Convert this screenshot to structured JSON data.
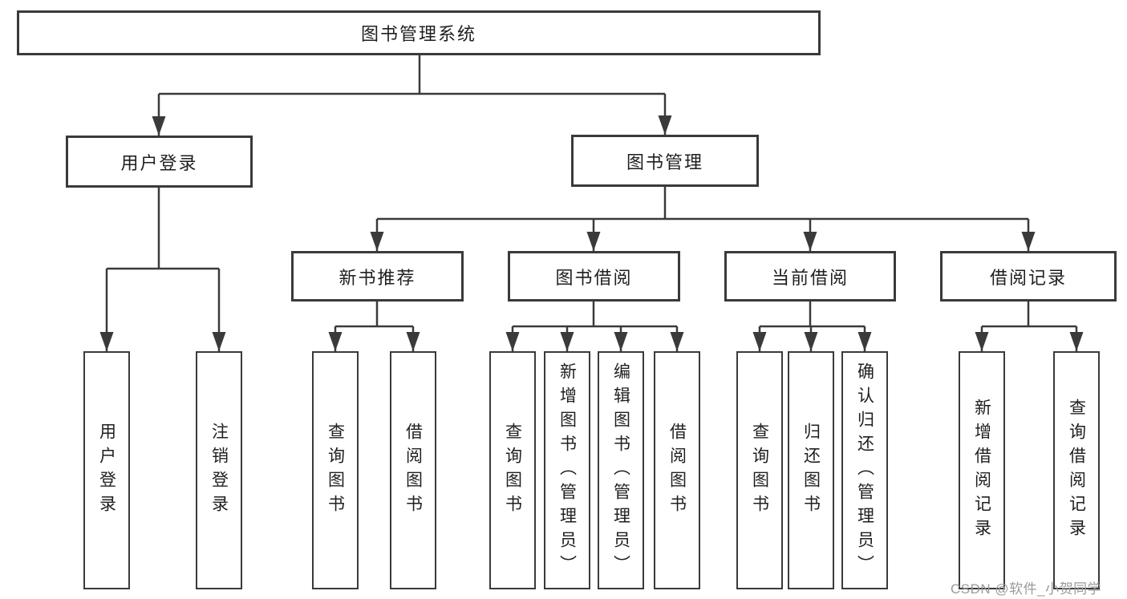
{
  "colors": {
    "background": "#ffffff",
    "line": "#3a3a3a",
    "box_border": "#3a3a3a",
    "text": "#1f1f1f",
    "watermark": "#9a9a9a"
  },
  "watermark": {
    "text": "CSDN @软件_小贺同学"
  },
  "tree": {
    "label": "图书管理系统",
    "children": [
      {
        "label": "用户登录",
        "children": [
          {
            "label": "用户登录"
          },
          {
            "label": "注销登录"
          }
        ]
      },
      {
        "label": "图书管理",
        "children": [
          {
            "label": "新书推荐",
            "children": [
              {
                "label": "查询图书"
              },
              {
                "label": "借阅图书"
              }
            ]
          },
          {
            "label": "图书借阅",
            "children": [
              {
                "label": "查询图书"
              },
              {
                "label": "新增图书（管理员）"
              },
              {
                "label": "编辑图书（管理员）"
              },
              {
                "label": "借阅图书"
              }
            ]
          },
          {
            "label": "当前借阅",
            "children": [
              {
                "label": "查询图书"
              },
              {
                "label": "归还图书"
              },
              {
                "label": "确认归还（管理员）"
              }
            ]
          },
          {
            "label": "借阅记录",
            "children": [
              {
                "label": "新增借阅记录"
              },
              {
                "label": "查询借阅记录"
              }
            ]
          }
        ]
      }
    ]
  }
}
